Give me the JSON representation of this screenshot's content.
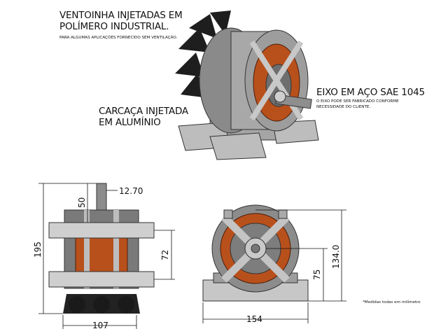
{
  "callouts": {
    "fan_title_1": "VENTOINHA INJETADAS EM",
    "fan_title_2": "POLÍMERO INDUSTRIAL.",
    "fan_note": "PARA ALGUMAS APLICAÇÕES FORNECIDO SEM VENTILAÇÃO.",
    "housing_1": "CARCAÇA INJETADA",
    "housing_2": "EM ALUMÍNIO",
    "shaft_title": "EIXO EM AÇO SAE 1045",
    "shaft_note_1": "O EIXO PODE SER FABRICADO CONFORME",
    "shaft_note_2": "NECESSIDADE DO CLIENTE."
  },
  "dimensions": {
    "total_height": "195",
    "shaft_length": "50",
    "shaft_diameter": "12.70",
    "mount_spacing": "72",
    "side_width": "107",
    "front_height": "134.0",
    "axis_height": "75",
    "base_width": "154"
  },
  "footnote": "*Medidas todas em milímetro",
  "colors": {
    "copper": "#b8501c",
    "housing": "#9a9a9a",
    "dark": "#2a2a2a"
  }
}
